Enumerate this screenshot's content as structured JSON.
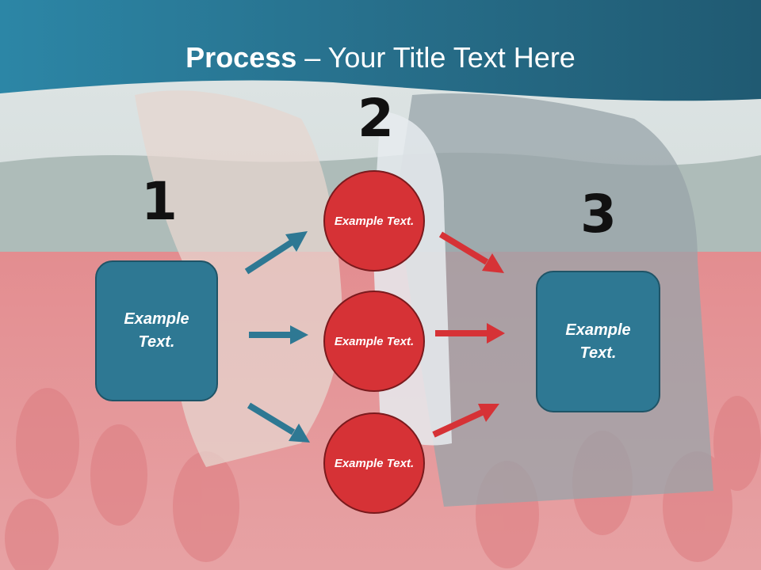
{
  "title": {
    "bold": "Process",
    "rest": " – Your Title Text Here"
  },
  "steps": {
    "one": "1",
    "two": "2",
    "three": "3"
  },
  "left_box": {
    "label": "Example Text."
  },
  "circles": [
    {
      "label": "Example Text."
    },
    {
      "label": "Example Text."
    },
    {
      "label": "Example Text."
    }
  ],
  "right_box": {
    "label": "Example Text."
  },
  "colors": {
    "banner": "#2a6f8a",
    "box_fill": "#2e7893",
    "circle_fill": "#d63236",
    "arrow_blue": "#2e7893",
    "arrow_red": "#d63236"
  }
}
